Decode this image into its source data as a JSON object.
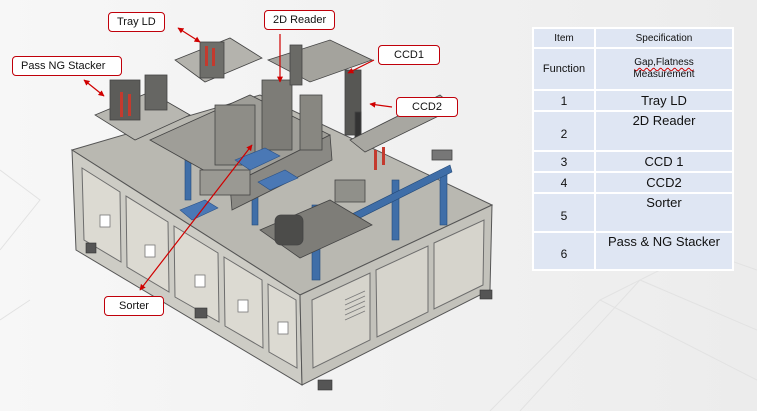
{
  "callouts": {
    "tray_ld": "Tray LD",
    "reader_2d": "2D Reader",
    "ccd1": "CCD1",
    "ccd2": "CCD2",
    "pass_ng_stacker": "Pass NG Stacker",
    "sorter": "Sorter"
  },
  "table": {
    "header": {
      "item": "Item",
      "spec": "Specification"
    },
    "function_row": {
      "item": "Function",
      "spec_line1": "Gap,Flatness",
      "spec_line2": "Measurement"
    },
    "rows": [
      {
        "item": "1",
        "spec": "Tray LD"
      },
      {
        "item": "2",
        "spec": "2D Reader"
      },
      {
        "item": "3",
        "spec": "CCD 1"
      },
      {
        "item": "4",
        "spec": "CCD2"
      },
      {
        "item": "5",
        "spec": "Sorter"
      },
      {
        "item": "6",
        "spec": "Pass & NG Stacker"
      }
    ]
  },
  "colors": {
    "callout_border": "#c0000a",
    "arrow": "#d00000",
    "table_cell": "#dfe6f3",
    "frame_blue": "#3f6ea8",
    "panel_gray": "#c9c8c2"
  }
}
